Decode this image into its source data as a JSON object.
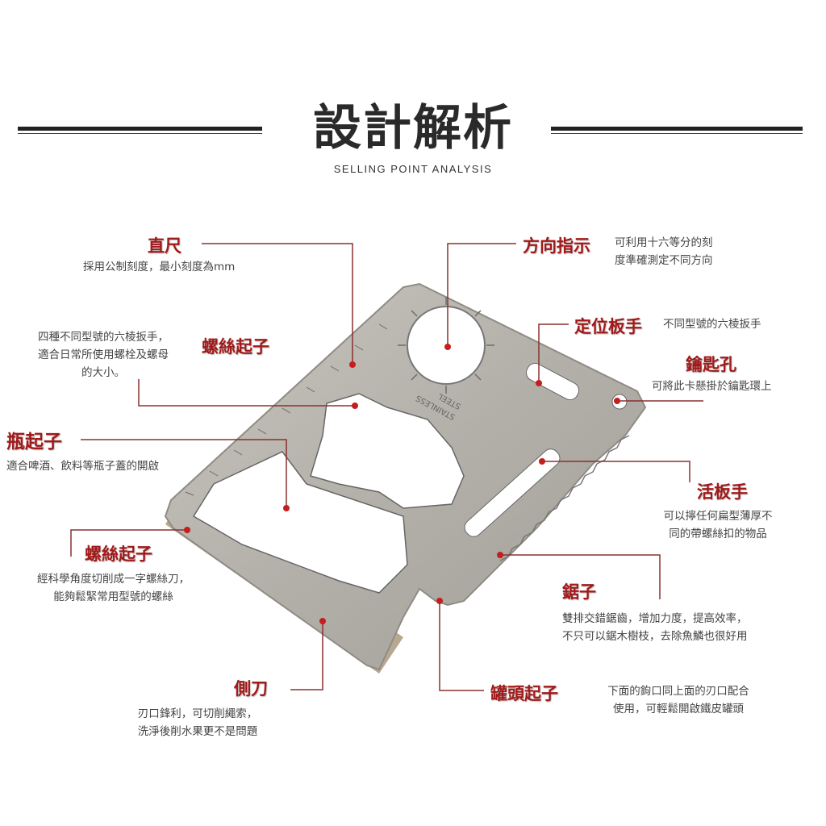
{
  "header": {
    "title": "設計解析",
    "subtitle": "SELLING POINT ANALYSIS"
  },
  "card": {
    "engraving_line1": "STAINLESS",
    "engraving_line2": "STEEL"
  },
  "features": {
    "ruler": {
      "label": "直尺",
      "desc": [
        "採用公制刻度，最小刻度為mm"
      ]
    },
    "direction": {
      "label": "方向指示",
      "desc": [
        "可利用十六等分的刻",
        "度準確測定不同方向"
      ]
    },
    "positioning_wrench": {
      "label": "定位板手",
      "desc": [
        "不同型號的六棱扳手"
      ]
    },
    "keyhole": {
      "label": "鑰匙孔",
      "desc": [
        "可將此卡懸掛於鑰匙環上"
      ]
    },
    "hex_wrench": {
      "label": "螺絲起子",
      "desc": [
        "四種不同型號的六棱扳手，",
        "適合日常所使用螺栓及螺母",
        "的大小。"
      ]
    },
    "bottle_opener": {
      "label": "瓶起子",
      "desc": [
        "適合啤酒、飲料等瓶子蓋的開啟"
      ]
    },
    "adjustable_wrench": {
      "label": "活板手",
      "desc": [
        "可以擰任何扁型薄厚不",
        "同的帶螺絲扣的物品"
      ]
    },
    "screwdriver": {
      "label": "螺絲起子",
      "desc": [
        "經科學角度切削成一字螺絲刀，",
        "能夠鬆緊常用型號的螺絲"
      ]
    },
    "saw": {
      "label": "鋸子",
      "desc": [
        "雙排交錯鋸齒，增加力度，提高效率，",
        "不只可以鋸木樹枝，去除魚鱗也很好用"
      ]
    },
    "side_knife": {
      "label": "側刀",
      "desc": [
        "刃口鋒利，可切削繩索，",
        "洗淨後削水果更不是問題"
      ]
    },
    "can_opener": {
      "label": "罐頭起子",
      "desc": [
        "下面的鉤口同上面的刃口配合",
        "使用，可輕鬆開啟鐵皮罐頭"
      ]
    }
  },
  "colors": {
    "accent": "#a11a1a",
    "line": "#8a3030",
    "steel": "#b5b1ab"
  }
}
